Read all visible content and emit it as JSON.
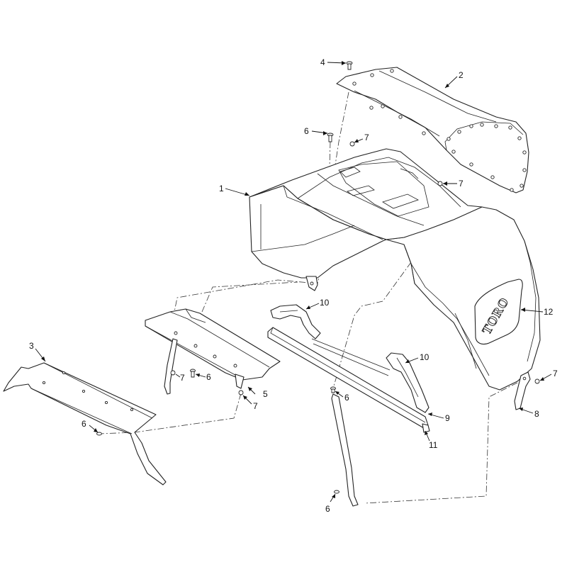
{
  "diagram": {
    "brand_logo": "TORO",
    "callouts": [
      {
        "id": "c1",
        "label": "1"
      },
      {
        "id": "c2",
        "label": "2"
      },
      {
        "id": "c3",
        "label": "3"
      },
      {
        "id": "c4",
        "label": "4"
      },
      {
        "id": "c5",
        "label": "5"
      },
      {
        "id": "c6a",
        "label": "6"
      },
      {
        "id": "c6b",
        "label": "6"
      },
      {
        "id": "c6c",
        "label": "6"
      },
      {
        "id": "c6d",
        "label": "6"
      },
      {
        "id": "c6e",
        "label": "6"
      },
      {
        "id": "c7a",
        "label": "7"
      },
      {
        "id": "c7b",
        "label": "7"
      },
      {
        "id": "c7c",
        "label": "7"
      },
      {
        "id": "c7d",
        "label": "7"
      },
      {
        "id": "c7e",
        "label": "7"
      },
      {
        "id": "c8",
        "label": "8"
      },
      {
        "id": "c9",
        "label": "9"
      },
      {
        "id": "c10a",
        "label": "10"
      },
      {
        "id": "c10b",
        "label": "10"
      },
      {
        "id": "c11",
        "label": "11"
      },
      {
        "id": "c12",
        "label": "12"
      }
    ]
  }
}
